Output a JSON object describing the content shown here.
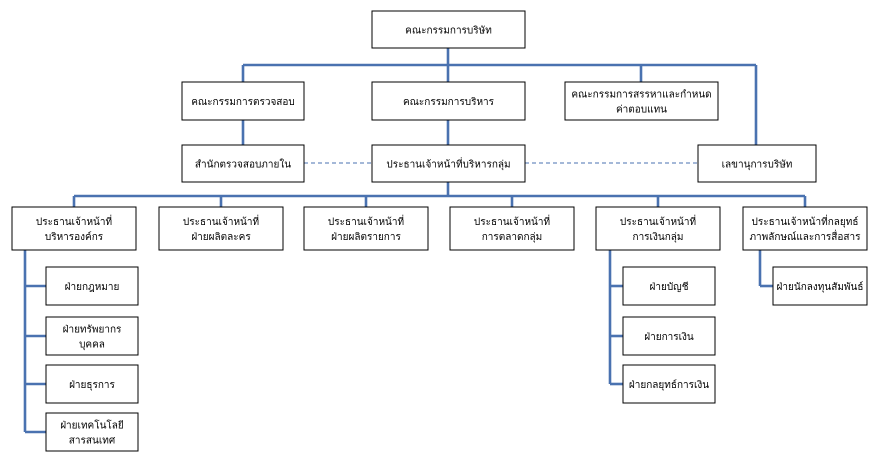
{
  "chart": {
    "line_color": "#4a72b0",
    "board": {
      "text": [
        "คณะกรรมการบริษัท"
      ]
    },
    "audit": {
      "text": [
        "คณะกรรมการตรวจสอบ"
      ]
    },
    "executive": {
      "text": [
        "คณะกรรมการบริหาร"
      ]
    },
    "nomination": {
      "text": [
        "คณะกรรมการสรรหาและกำหนด",
        "ค่าตอบแทน"
      ]
    },
    "internal_audit": {
      "text": [
        "สำนักตรวจสอบภายใน"
      ]
    },
    "ceo": {
      "text": [
        "ประธานเจ้าหน้าที่บริหารกลุ่ม"
      ]
    },
    "secretary": {
      "text": [
        "เลขานุการบริษัท"
      ]
    },
    "chief_corporate": {
      "text": [
        "ประธานเจ้าหน้าที่",
        "บริหารองค์กร"
      ]
    },
    "chief_production": {
      "text": [
        "ประธานเจ้าหน้าที่",
        "ฝ่ายผลิตละคร"
      ]
    },
    "chief_programs": {
      "text": [
        "ประธานเจ้าหน้าที่",
        "ฝ่ายผลิตรายการ"
      ]
    },
    "chief_marketing": {
      "text": [
        "ประธานเจ้าหน้าที่",
        "การตลาดกลุ่ม"
      ]
    },
    "chief_finance": {
      "text": [
        "ประธานเจ้าหน้าที่",
        "การเงินกลุ่ม"
      ]
    },
    "chief_strategy": {
      "text": [
        "ประธานเจ้าหน้าที่กลยุทธ์",
        "ภาพลักษณ์และการสื่อสาร"
      ]
    },
    "legal": {
      "text": [
        "ฝ่ายกฎหมาย"
      ]
    },
    "hr": {
      "text": [
        "ฝ่ายทรัพยากร",
        "บุคคล"
      ]
    },
    "admin": {
      "text": [
        "ฝ่ายธุรการ"
      ]
    },
    "it": {
      "text": [
        "ฝ่ายเทคโนโลยี",
        "สารสนเทศ"
      ]
    },
    "accounting": {
      "text": [
        "ฝ่ายบัญชี"
      ]
    },
    "finance": {
      "text": [
        "ฝ่ายการเงิน"
      ]
    },
    "fin_strategy": {
      "text": [
        "ฝ่ายกลยุทธ์การเงิน"
      ]
    },
    "investor_relations": {
      "text": [
        "ฝ่ายนักลงทุนสัมพันธ์"
      ]
    }
  }
}
